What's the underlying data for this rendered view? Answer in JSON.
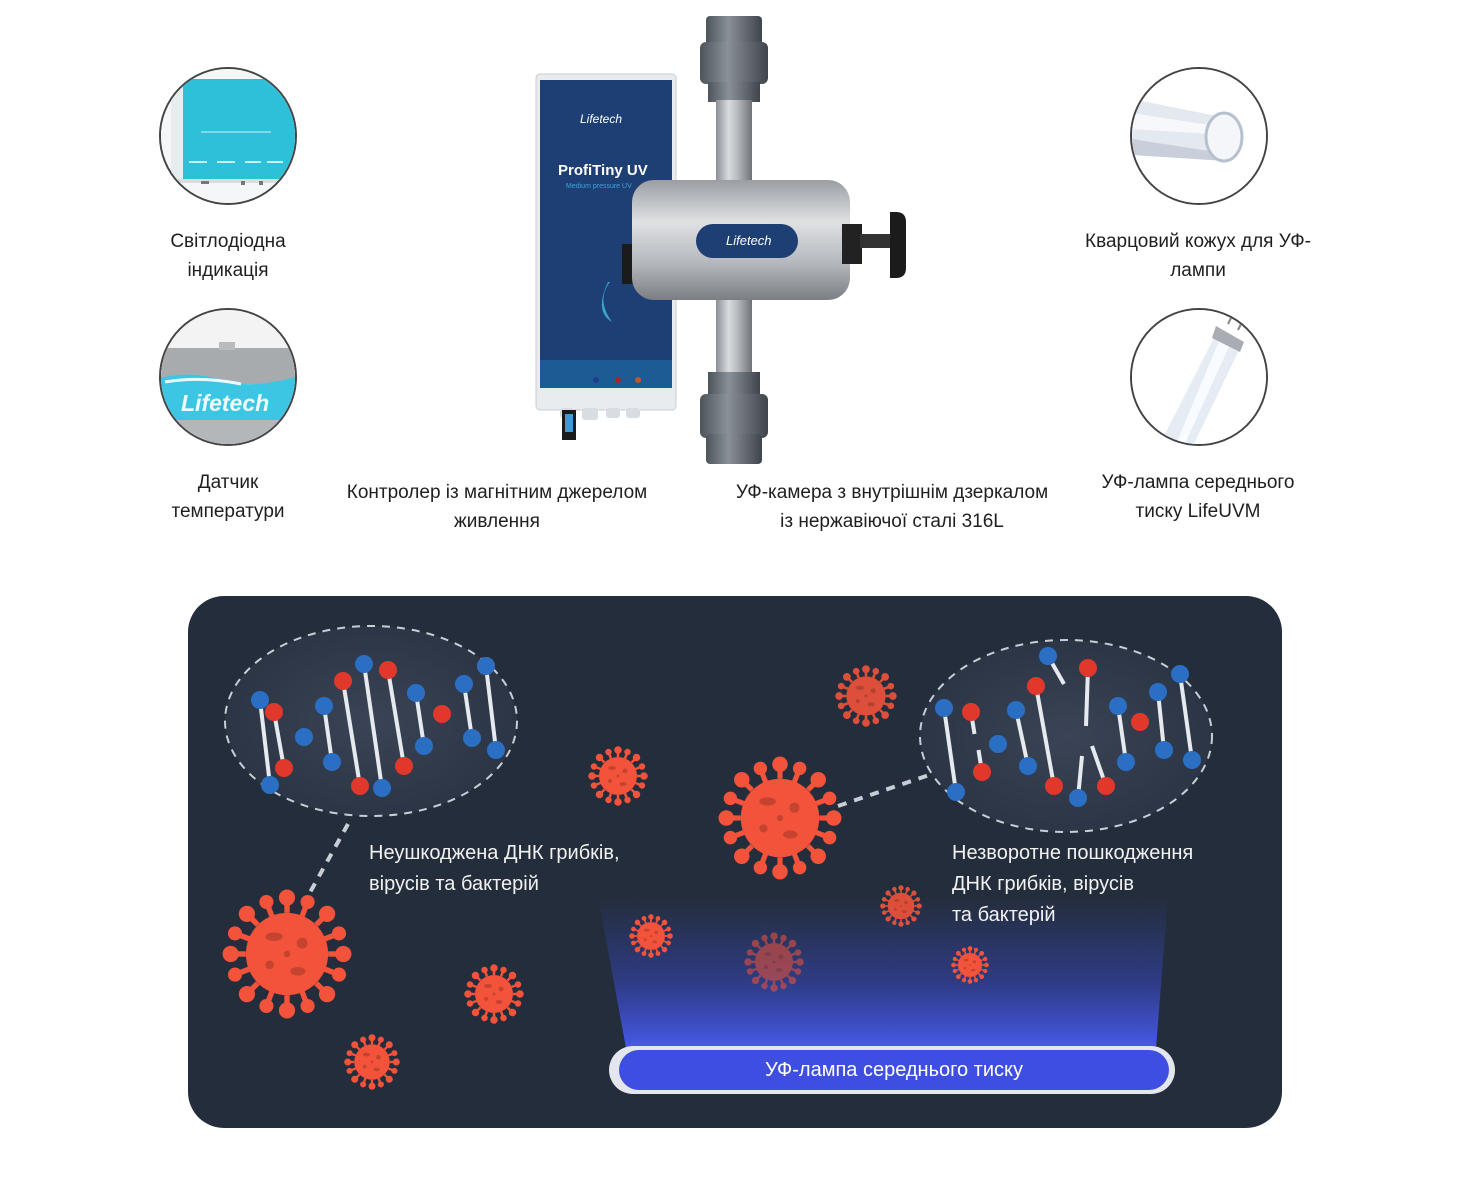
{
  "features": {
    "led": {
      "label_line1": "Світлодіодна",
      "label_line2": "індикація"
    },
    "temp_sensor": {
      "label_line1": "Датчик",
      "label_line2": "температури",
      "logo_text": "Lifetech"
    },
    "controller": {
      "label_line1": "Контролер із магнітним джерелом",
      "label_line2": "живлення"
    },
    "chamber": {
      "label_line1": "УФ-камера з внутрішнім дзеркалом",
      "label_line2": "із нержавіючої сталі 316L"
    },
    "quartz": {
      "label_line1": "Кварцовий кожух для УФ-",
      "label_line2": "лампи"
    },
    "lamp": {
      "label_line1": "УФ-лампа середнього",
      "label_line2": "тиску LifeUVM"
    }
  },
  "product": {
    "brand": "Lifetech",
    "model": "ProfiTiny UV",
    "subtitle": "Medium pressure UV",
    "chamber_brand": "Lifetech"
  },
  "diagram": {
    "intact_text_line1": "Неушкоджена ДНК грибків,",
    "intact_text_line2": "вірусів та бактерій",
    "damaged_text_line1": "Незворотне пошкодження",
    "damaged_text_line2": "ДНК грибків, вірусів",
    "damaged_text_line3": "та бактерій",
    "lamp_label": "УФ-лампа середнього тиску"
  },
  "colors": {
    "panel_bg": "#242d3b",
    "virus": "#f2533a",
    "dna_blue": "#2a6fc4",
    "dna_red": "#e0392b",
    "uv_blue": "#3e4ee0",
    "controller_blue": "#1d3f73"
  }
}
